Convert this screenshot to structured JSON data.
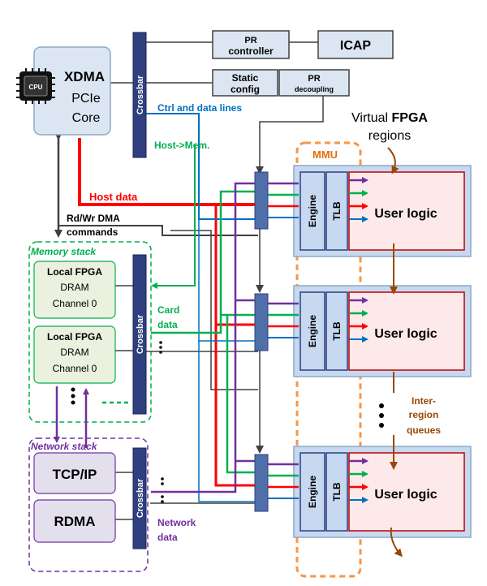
{
  "xdma": {
    "title": "XDMA",
    "line2": "PCIe",
    "line3": "Core",
    "cpu_label": "CPU"
  },
  "crossbar_label": "Crossbar",
  "pr_controller": {
    "line1": "PR",
    "line2": "controller"
  },
  "icap": "ICAP",
  "static_config": {
    "line1": "Static",
    "line2": "config"
  },
  "pr_decoupling": {
    "line1": "PR",
    "line2": "decoupling"
  },
  "ctrl_lines": "Ctrl and data lines",
  "host_mem": "Host->Mem.",
  "host_data": "Host data",
  "rd_wr": {
    "line1": "Rd/Wr DMA",
    "line2": "commands"
  },
  "memory_stack": "Memory stack",
  "dram": {
    "line1": "Local FPGA",
    "line2": "DRAM",
    "line3": "Channel 0"
  },
  "card_data": {
    "line1": "Card",
    "line2": "data"
  },
  "network_stack": "Network stack",
  "tcp_ip": "TCP/IP",
  "rdma": "RDMA",
  "network_data": {
    "line1": "Network",
    "line2": "data"
  },
  "virtual_regions": {
    "pre": "Virtual",
    "bold": "FPGA",
    "line2": "regions"
  },
  "mmu": "MMU",
  "engine": "Engine",
  "tlb": "TLB",
  "user_logic": "User logic",
  "inter_region": {
    "line1": "Inter-",
    "line2": "region",
    "line3": "queues"
  },
  "colors": {
    "host_red": "#ff0000",
    "ctrl_blue": "#0070c0",
    "green": "#00b050",
    "purple": "#7030a0",
    "brown": "#984806",
    "orange": "#f79646",
    "navy": "#2f3f7f",
    "black": "#000000"
  }
}
